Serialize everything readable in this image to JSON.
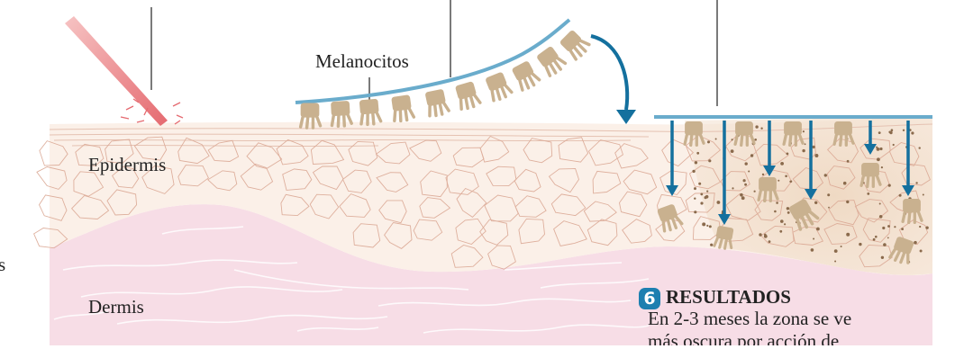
{
  "labels": {
    "melanocitos": "Melanocitos",
    "epidermis": "Epidermis",
    "dermis": "Dermis",
    "left_edge_fragment": "s"
  },
  "result": {
    "step_number": "6",
    "title": "RESULTADOS",
    "text_line1": "En 2-3 meses la zona se ve",
    "text_line2": "más oscura por acción de"
  },
  "colors": {
    "laser": "#e8797c",
    "applicator": "#6aaccc",
    "arrow": "#14709e",
    "melanocyte": "#c9b18f",
    "epidermis": "#fbf0e8",
    "dermis": "#f7dde6",
    "cell_line": "#dba995"
  }
}
